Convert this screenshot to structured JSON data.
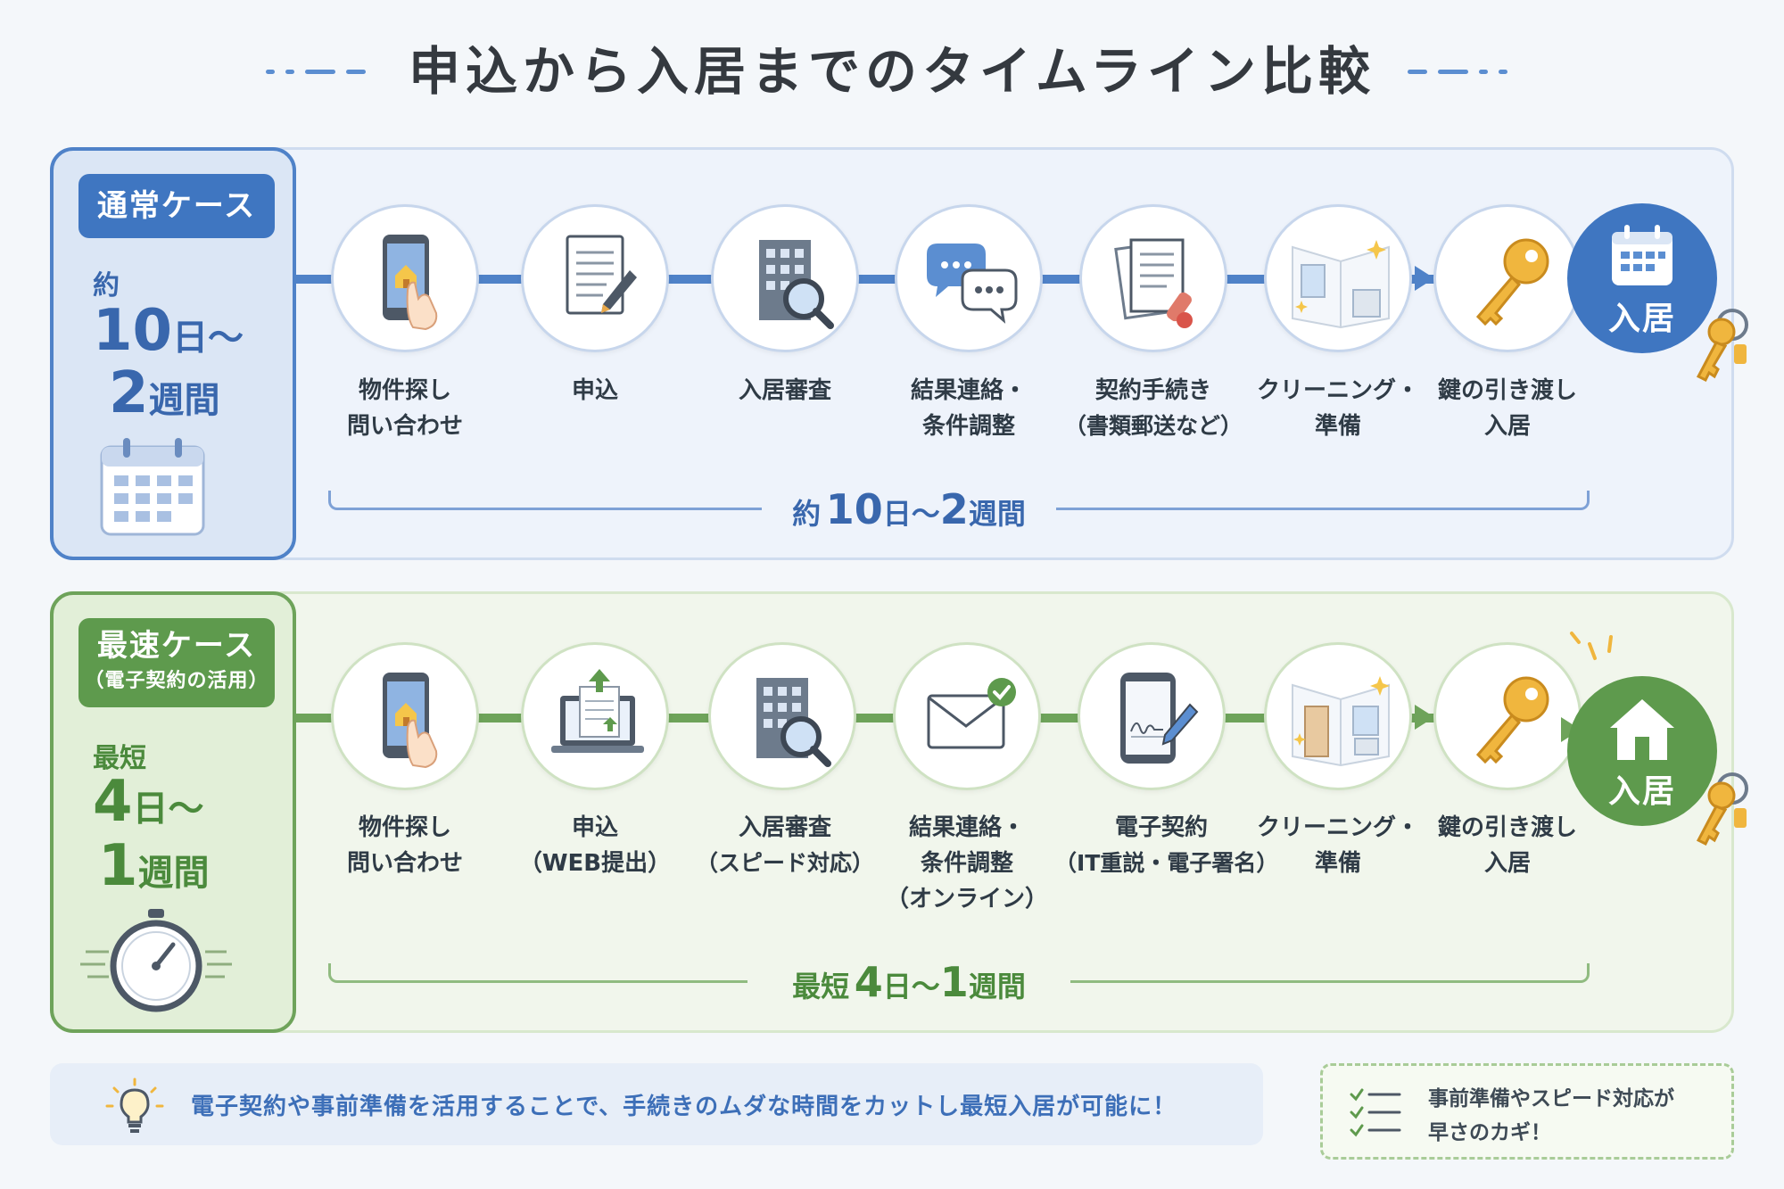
{
  "title": "申込から入居までのタイムライン比較",
  "normal": {
    "badge": "通常ケース",
    "duration_lead": "約",
    "duration_line1_num": "10",
    "duration_line1_unit": "日～",
    "duration_line2_num": "2",
    "duration_line2_unit": "週間",
    "steps": [
      {
        "line1": "物件探し",
        "line2": "問い合わせ",
        "icon": "smartphone-house-icon"
      },
      {
        "line1": "申込",
        "line2": "",
        "icon": "document-pen-icon"
      },
      {
        "line1": "入居審査",
        "line2": "",
        "icon": "building-magnifier-icon"
      },
      {
        "line1": "結果連絡・",
        "line2": "条件調整",
        "icon": "chat-bubbles-icon"
      },
      {
        "line1": "契約手続き",
        "line2": "（書類郵送など）",
        "icon": "documents-stamp-icon"
      },
      {
        "line1": "クリーニング・",
        "line2": "準備",
        "icon": "clean-room-icon"
      },
      {
        "line1": "鍵の引き渡し",
        "line2": "入居",
        "icon": "key-icon"
      }
    ],
    "goal_label": "入居",
    "goal_icon": "calendar-icon",
    "bracket_lead": "約",
    "bracket_num1": "10",
    "bracket_unit1": "日～",
    "bracket_num2": "2",
    "bracket_unit2": "週間"
  },
  "fast": {
    "badge": "最速ケース",
    "badge_sub": "（電子契約の活用）",
    "duration_lead": "最短",
    "duration_line1_num": "4",
    "duration_line1_unit": "日～",
    "duration_line2_num": "1",
    "duration_line2_unit": "週間",
    "steps": [
      {
        "line1": "物件探し",
        "line2": "問い合わせ",
        "line3": "",
        "icon": "smartphone-house-icon"
      },
      {
        "line1": "申込",
        "line2": "（WEB提出）",
        "line3": "",
        "icon": "laptop-upload-icon"
      },
      {
        "line1": "入居審査",
        "line2": "（スピード対応）",
        "line3": "",
        "icon": "building-magnifier-icon"
      },
      {
        "line1": "結果連絡・",
        "line2": "条件調整",
        "line3": "（オンライン）",
        "icon": "envelope-check-icon"
      },
      {
        "line1": "電子契約",
        "line2": "（IT重説・電子署名）",
        "line3": "",
        "icon": "tablet-signature-icon"
      },
      {
        "line1": "クリーニング・",
        "line2": "準備",
        "line3": "",
        "icon": "clean-room-icon"
      },
      {
        "line1": "鍵の引き渡し",
        "line2": "入居",
        "line3": "",
        "icon": "key-icon"
      }
    ],
    "goal_label": "入居",
    "goal_icon": "house-icon",
    "bracket_lead": "最短",
    "bracket_num1": "4",
    "bracket_unit1": "日～",
    "bracket_num2": "1",
    "bracket_unit2": "週間"
  },
  "note": "電子契約や事前準備を活用することで、手続きのムダな時間をカットし最短入居が可能に！",
  "tip": {
    "line1": "事前準備やスピード対応が",
    "line2": "早さのカギ！"
  },
  "colors": {
    "blue": "#3f76c1",
    "green": "#5e9a4d",
    "blue_panel": "#eef3fb",
    "green_panel": "#f1f6ec"
  }
}
